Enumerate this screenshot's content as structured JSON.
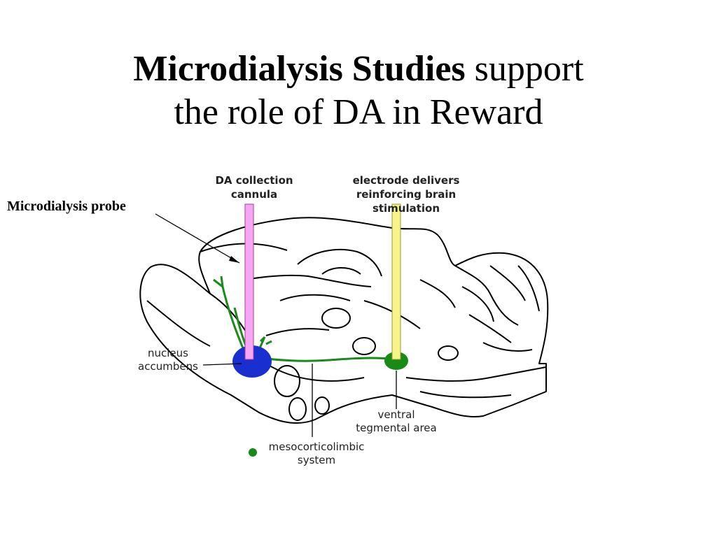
{
  "title": {
    "bold_part": "Microdialysis Studies",
    "regular_part": " support",
    "line2": "the role of DA in Reward"
  },
  "labels": {
    "probe": "Microdialysis probe",
    "da_collection_line1": "DA collection",
    "da_collection_line2": "cannula",
    "electrode_line1": "electrode delivers",
    "electrode_line2": "reinforcing brain",
    "electrode_line3": "stimulation",
    "nucleus_line1": "nucleus",
    "nucleus_line2": "accumbens",
    "vta_line1": "ventral",
    "vta_line2": "tegmental area",
    "meso_line1": "mesocorticolimbic",
    "meso_line2": "system"
  },
  "colors": {
    "cannula": "#f6a6f2",
    "electrode": "#f7f58a",
    "pathway": "#1a8a1a",
    "accumbens": "#1a2fd0",
    "vta": "#178a17"
  }
}
